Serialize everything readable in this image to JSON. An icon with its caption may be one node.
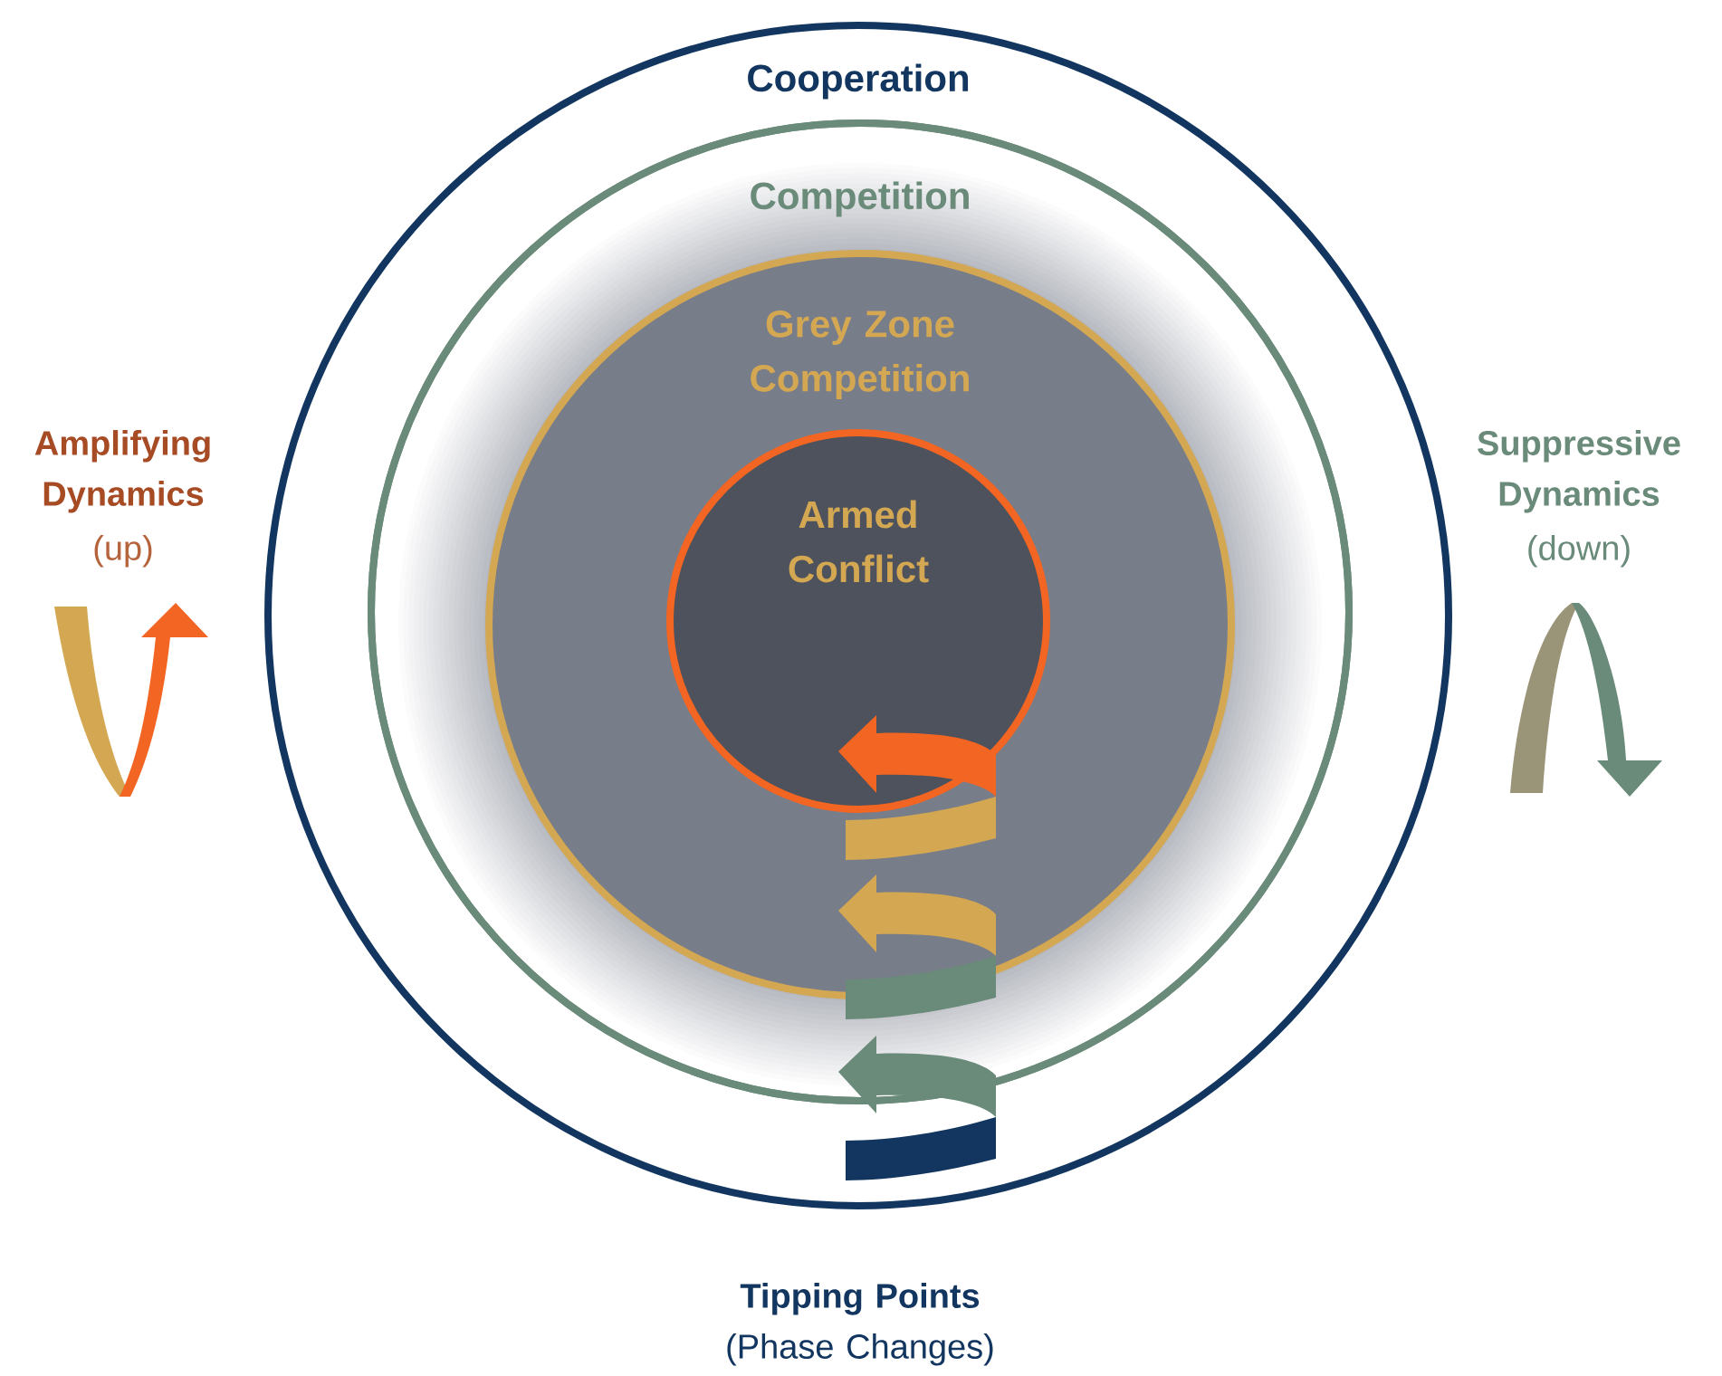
{
  "diagram": {
    "nodes": [
      {
        "text": [
          "Cooperation"
        ]
      },
      {
        "text": [
          "Competition"
        ],
        "in": 0
      },
      {
        "text": [
          "Grey Zone Competition"
        ],
        "in": 1
      },
      {
        "text": [
          "Armed Conflict"
        ],
        "in": 2
      }
    ],
    "labels": [
      "Amplifying Dynamics",
      "(up)",
      "Suppressive Dynamics",
      "(down)",
      "Tipping Points",
      "(Phase Changes)"
    ]
  }
}
